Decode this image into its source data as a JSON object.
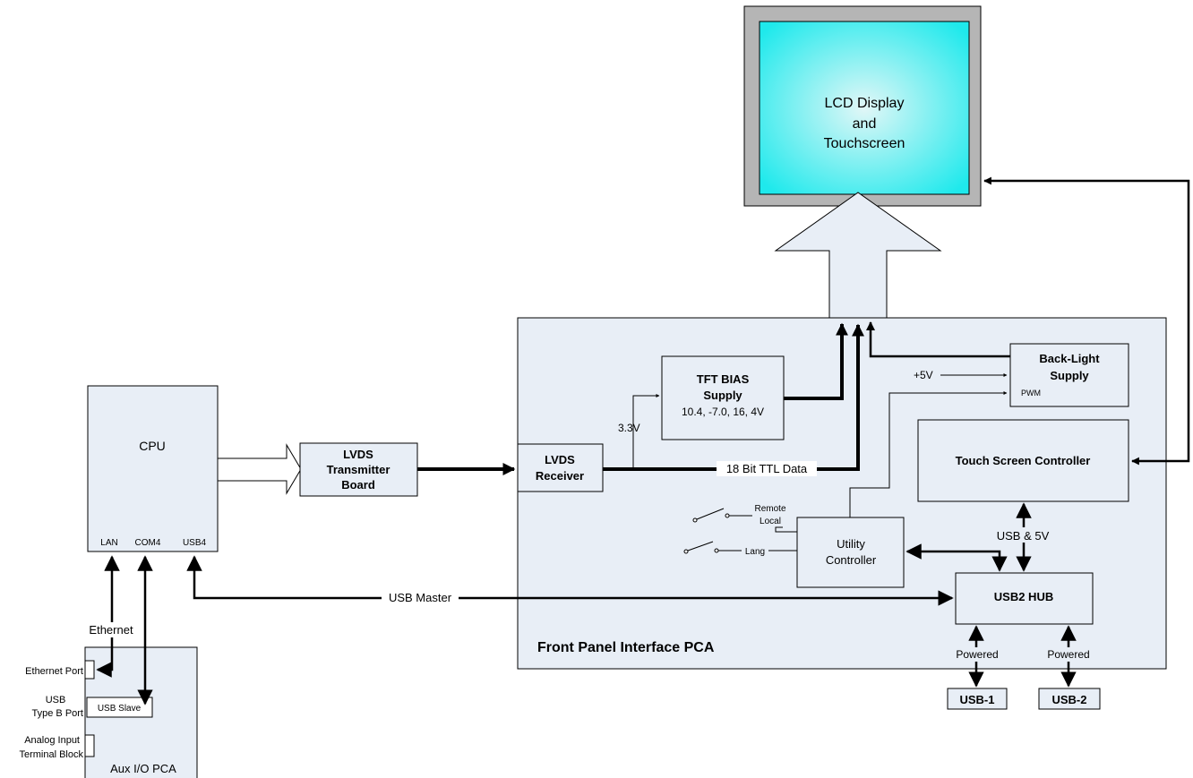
{
  "lcd": {
    "line1": "LCD Display",
    "line2": "and",
    "line3": "Touchscreen"
  },
  "cpu": {
    "label": "CPU",
    "port_lan": "LAN",
    "port_com4": "COM4",
    "port_usb4": "USB4"
  },
  "lvds_tx": {
    "line1": "LVDS",
    "line2": "Transmitter",
    "line3": "Board"
  },
  "lvds_rx": {
    "line1": "LVDS",
    "line2": "Receiver"
  },
  "tft_bias": {
    "line1": "TFT BIAS",
    "line2": "Supply",
    "line3": "10.4, -7.0, 16, 4V"
  },
  "backlight": {
    "line1": "Back-Light",
    "line2": "Supply",
    "pwm": "PWM"
  },
  "touch_ctrl": {
    "label": "Touch Screen Controller"
  },
  "utility": {
    "line1": "Utility",
    "line2": "Controller"
  },
  "usb_hub": {
    "label": "USB2 HUB"
  },
  "fpi": {
    "label": "Front Panel Interface PCA"
  },
  "aux": {
    "label": "Aux I/O PCA",
    "usb_slave": "USB Slave",
    "ethernet_port": "Ethernet Port",
    "usb_port_line1": "USB",
    "usb_port_line2": "Type B Port",
    "analog_line1": "Analog Input",
    "analog_line2": "Terminal Block"
  },
  "labels": {
    "v33": "3.3V",
    "v5": "+5V",
    "ttl": "18 Bit TTL Data",
    "usb5v": "USB & 5V",
    "usb_master": "USB Master",
    "ethernet": "Ethernet",
    "remote": "Remote",
    "local": "Local",
    "lang": "Lang",
    "powered1": "Powered",
    "powered2": "Powered"
  },
  "usb1": {
    "label": "USB-1"
  },
  "usb2": {
    "label": "USB-2"
  },
  "colors": {
    "lcd_center": "#e2f7f7",
    "lcd_edge": "#1fe9ec",
    "panel_fill": "#e8eef6",
    "bezel": "#b5b5b5"
  }
}
